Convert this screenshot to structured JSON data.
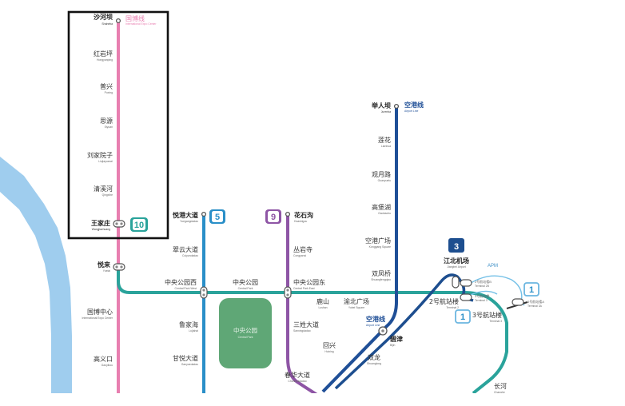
{
  "colors": {
    "line10": "#e87fb0",
    "line5": "#2a8fc8",
    "line9": "#8e55a5",
    "airport": "#1f4f97",
    "line3": "#1d4e8f",
    "green": "#2aa39b",
    "apm": "#76c1e7",
    "river": "#9fcdee",
    "park": "#5fa776",
    "frame": "#111111"
  },
  "lines": {
    "line10": {
      "name_zh": "国博线",
      "name_en": "International Expo Center",
      "badge": "10"
    },
    "line5": {
      "badge": "5"
    },
    "line9": {
      "badge": "9"
    },
    "airport": {
      "name_zh": "空港线",
      "name_en": "Airport Line",
      "lower_name_zh": "空港线",
      "lower_name_en": "Airport Line"
    },
    "line3": {
      "badge": "3"
    },
    "line1a": {
      "badge": "1"
    },
    "line1b": {
      "badge": "1"
    },
    "apm": {
      "label": "APM"
    }
  },
  "stations": {
    "shaheba": {
      "zh": "沙河坝",
      "en": "Shaheba"
    },
    "hongyanping": {
      "zh": "红岩坪",
      "en": "Hongyanping"
    },
    "puxing": {
      "zh": "普兴",
      "en": "Puxing"
    },
    "shiyan": {
      "zh": "思源",
      "en": "Siyuan"
    },
    "liujiayuanzi": {
      "zh": "刘家院子",
      "en": "Liujiayuanzi"
    },
    "qingxihe": {
      "zh": "清溪河",
      "en": "Qingxihe"
    },
    "wangjiazhuang": {
      "zh": "王家庄",
      "en": "Wangjiazhuang"
    },
    "yuelai": {
      "zh": "悦来",
      "en": "Yuelai"
    },
    "guobo": {
      "zh": "国博中心",
      "en": "International Expo Center"
    },
    "gaoyikou": {
      "zh": "高义口",
      "en": "Gaoyikou"
    },
    "yuegang": {
      "zh": "悦港大道",
      "en": "Yuegangdadao"
    },
    "cuiyun": {
      "zh": "翠云大道",
      "en": "Cuiyundadao"
    },
    "zygy_west": {
      "zh": "中央公园西",
      "en": "Central Park West"
    },
    "luxihai": {
      "zh": "鲁家海",
      "en": "Lujiahai"
    },
    "ganyue": {
      "zh": "甘悦大道",
      "en": "Ganyuedadao"
    },
    "huashigou": {
      "zh": "花石沟",
      "en": "Huashigou"
    },
    "congyansi": {
      "zh": "丛岩寺",
      "en": "Congyansi"
    },
    "zygy": {
      "zh": "中央公园",
      "en": "Central Park"
    },
    "zygy_east": {
      "zh": "中央公园东",
      "en": "Central Park East"
    },
    "sanzhai": {
      "zh": "三姓大道",
      "en": "Sanxingdadao"
    },
    "chunhua": {
      "zh": "春华大道",
      "en": "Chunhuadadao"
    },
    "tianxing": {
      "zh": "回兴",
      "en": "Huixing"
    },
    "mingshan": {
      "zh": "鹿山",
      "en": "Lushan"
    },
    "yubei": {
      "zh": "渝北广场",
      "en": "Yubei Square"
    },
    "huarenba": {
      "zh": "举人坝",
      "en": "Jurenba"
    },
    "lianhua": {
      "zh": "莲花",
      "en": "Lianhua"
    },
    "guanyue": {
      "zh": "观月路",
      "en": "Guanyuelu"
    },
    "gaobaohu": {
      "zh": "高堡湖",
      "en": "Gaobaohu"
    },
    "konggang": {
      "zh": "空港广场",
      "en": "Konggang Square"
    },
    "shuangfeng": {
      "zh": "双凤桥",
      "en": "Shuangfengqiao"
    },
    "bijin": {
      "zh": "碧津",
      "en": "Bijin"
    },
    "shuanglong": {
      "zh": "双龙",
      "en": "Shuanglong"
    },
    "jiangbei": {
      "zh": "江北机场",
      "en": "Jiangbei Airport"
    },
    "t2": {
      "zh": "2号航站楼",
      "en": "Terminal 2"
    },
    "t2_apm": {
      "zh": "2号航站楼B",
      "en": "Terminal 2B"
    },
    "t3": {
      "zh": "3号航站楼",
      "en": "Terminal 3"
    },
    "t3_apm": {
      "zh": "3号航站楼A",
      "en": "Terminal 3A"
    },
    "t3_main": {
      "zh": "3号航站楼",
      "en": "Terminal 3"
    },
    "changhe": {
      "zh": "长河",
      "en": "Changhe"
    }
  },
  "park": {
    "zh": "中央公园",
    "en": "Central Park"
  }
}
